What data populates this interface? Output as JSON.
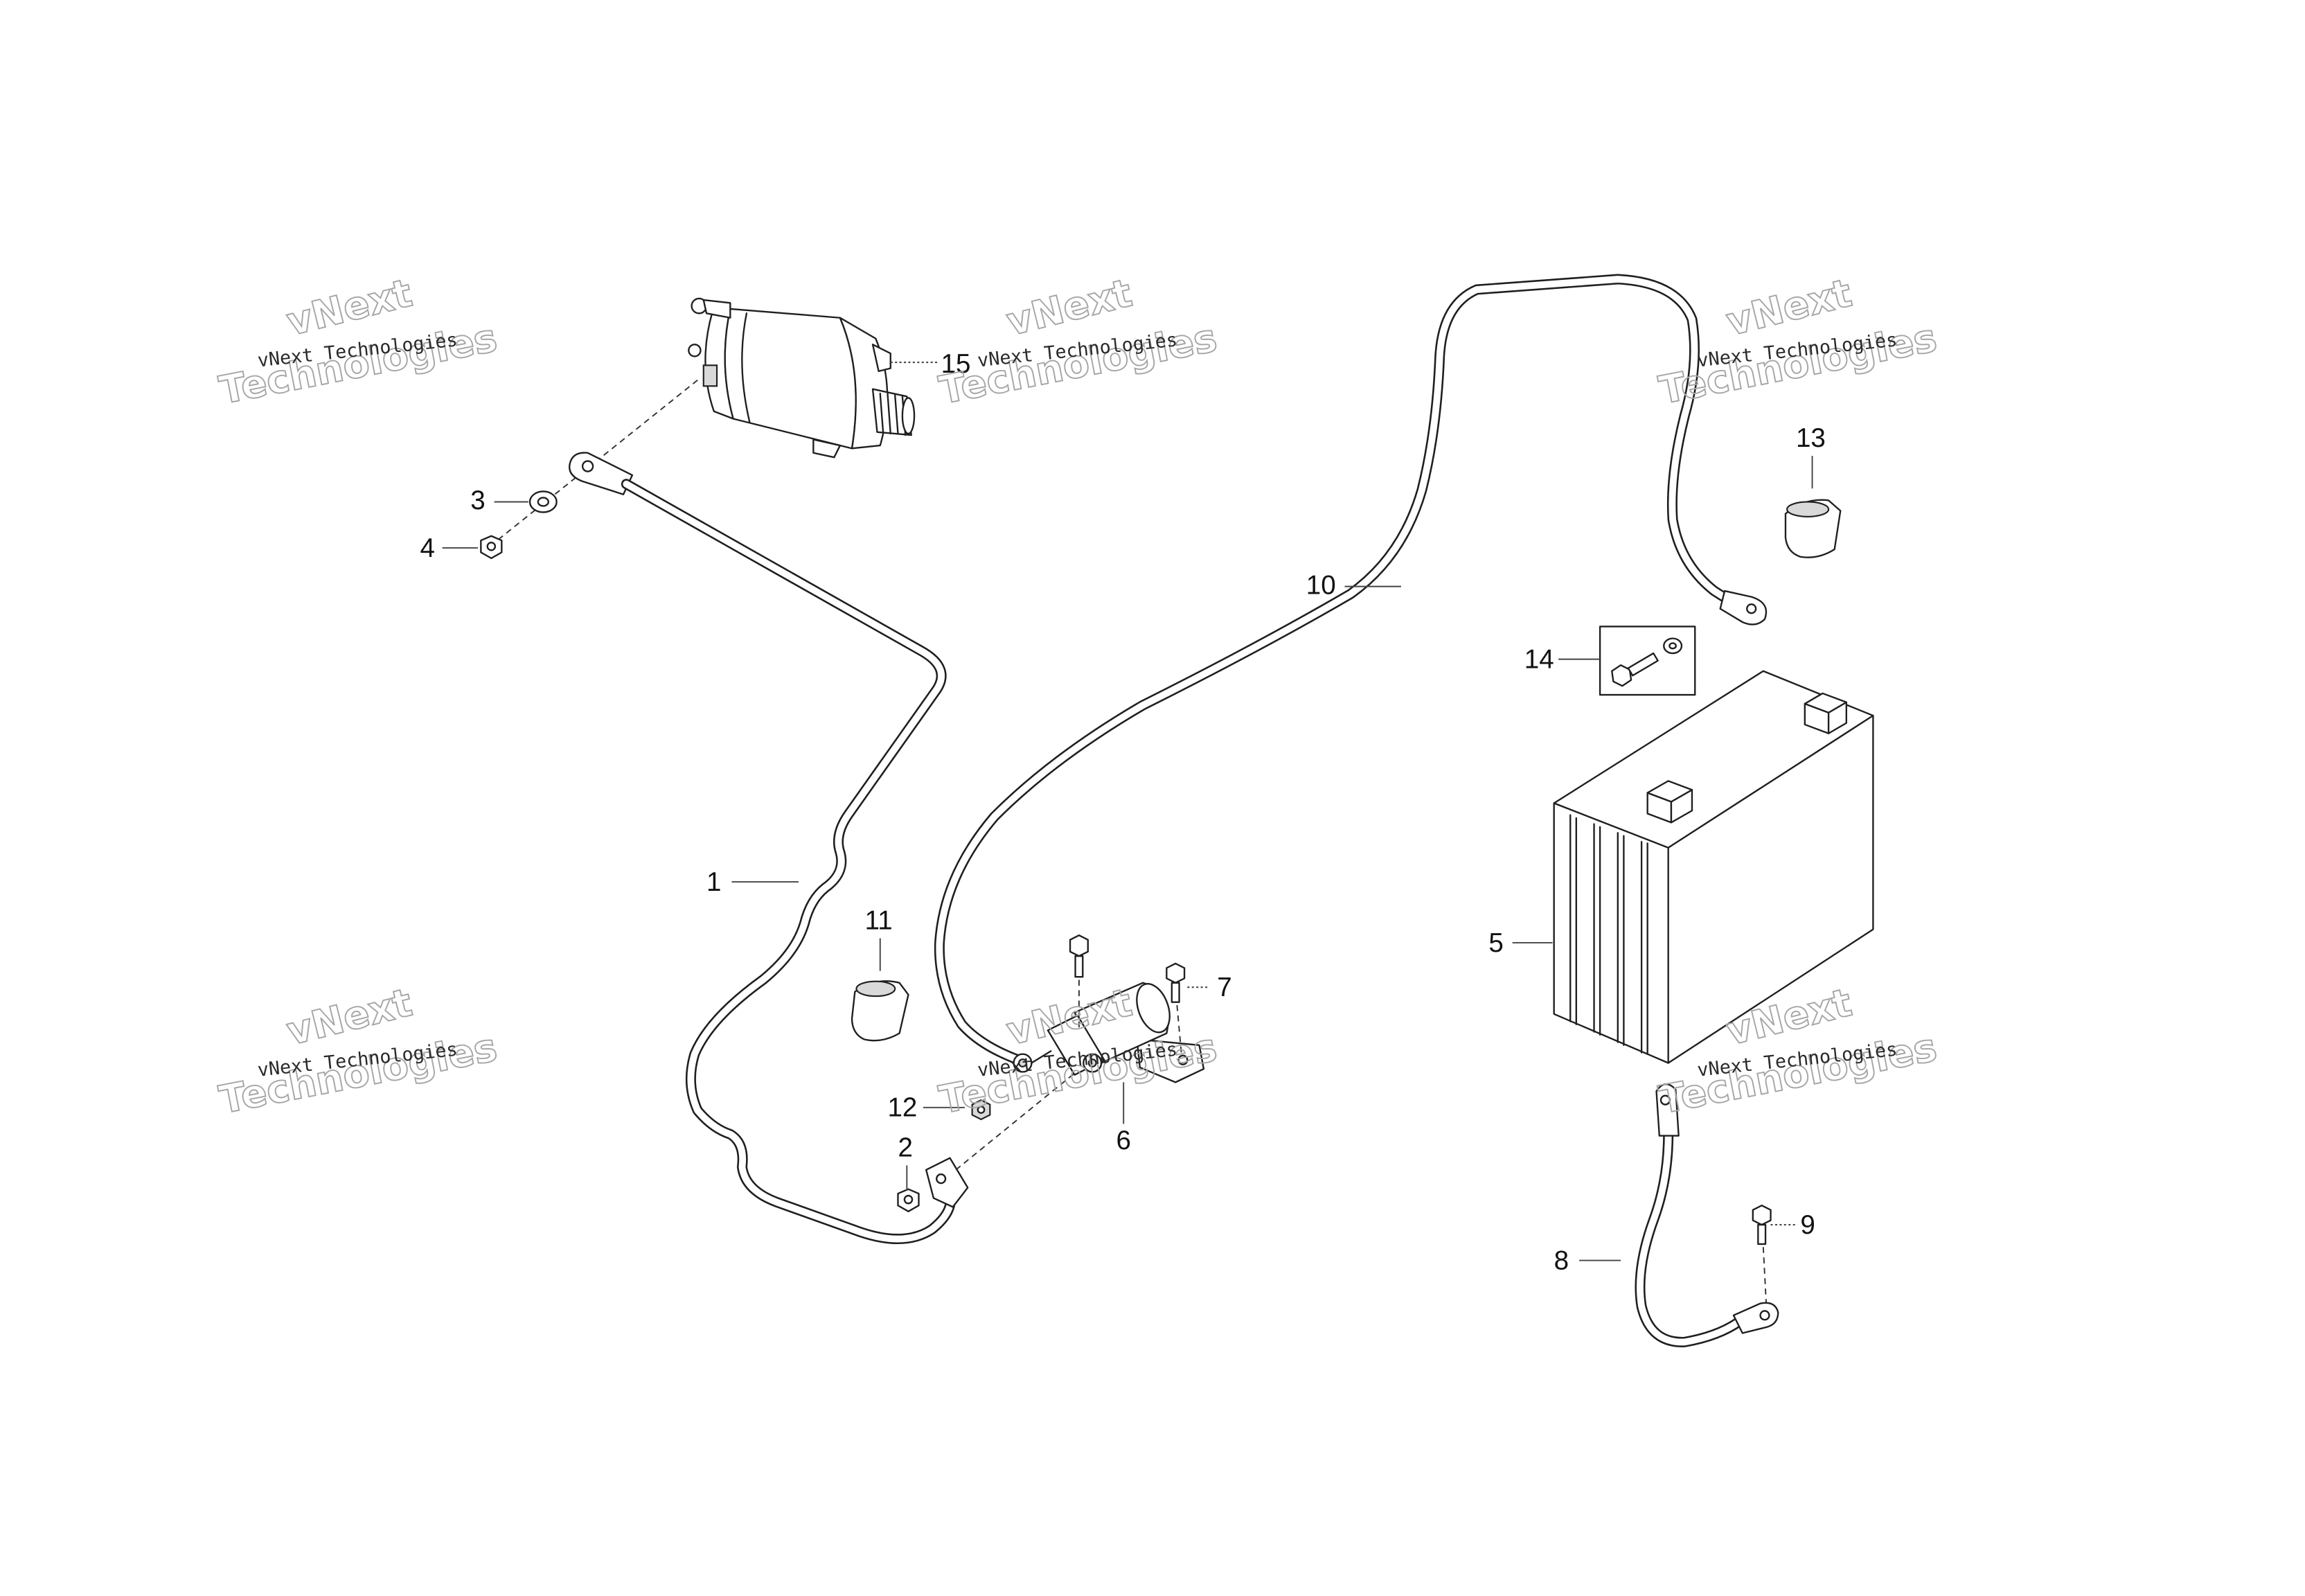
{
  "callouts": [
    "1",
    "2",
    "3",
    "4",
    "5",
    "6",
    "7",
    "8",
    "9",
    "10",
    "11",
    "12",
    "13",
    "14",
    "15"
  ],
  "watermark": {
    "caption": "vNext Technologies",
    "brand": "vNext",
    "tagline": "Technologies"
  },
  "colors": {
    "line": "#1f1f1f",
    "background": "#ffffff",
    "watermark": "#a6a6a6"
  }
}
